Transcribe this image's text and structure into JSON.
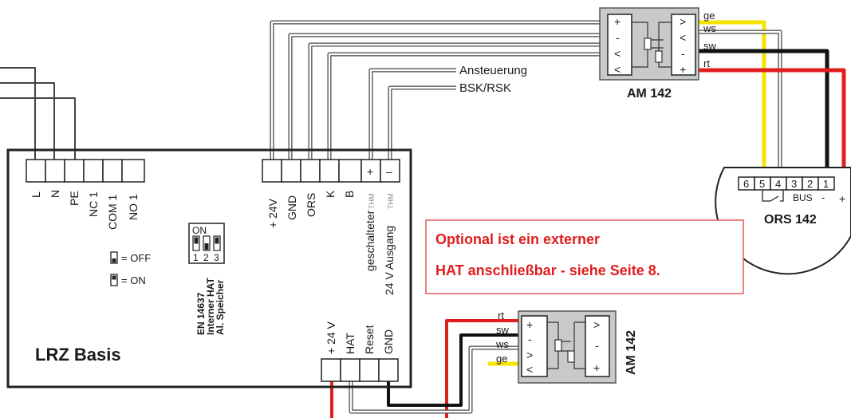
{
  "lrz": {
    "title": "LRZ Basis",
    "mains_terminals": [
      "L",
      "N",
      "PE",
      "NC 1",
      "COM 1",
      "NO 1"
    ],
    "bus_terminals": [
      "+ 24V",
      "GND",
      "ORS",
      "K",
      "B",
      "geschalteter",
      "24 V Ausgang"
    ],
    "thm_tag": "THM",
    "plus_minus": [
      "+",
      "–"
    ],
    "hat_terminals": [
      "+ 24 V",
      "HAT",
      "Reset",
      "GND"
    ],
    "dip": {
      "on_label": "ON",
      "numbers": [
        "1",
        "2",
        "3"
      ]
    },
    "legend": {
      "off": "= OFF",
      "on": "= ON"
    },
    "dip_caption": [
      "EN 14637",
      "Interner HAT",
      "Al. Speicher"
    ]
  },
  "signals": {
    "control": "Ansteuerung",
    "damper": "BSK/RSK"
  },
  "am_top": {
    "label": "AM 142",
    "left_marks": [
      "+",
      "-",
      "<",
      "<"
    ],
    "right_marks": [
      ">",
      "<",
      "-",
      "+"
    ]
  },
  "am_bottom": {
    "label": "AM 142",
    "left_marks": [
      "+",
      "-",
      ">",
      "<"
    ],
    "right_marks": [
      ">",
      "-",
      "+"
    ]
  },
  "wire_tags": {
    "top": [
      "ge",
      "ws",
      "sw",
      "rt"
    ],
    "bottom": [
      "rt",
      "sw",
      "ws",
      "ge"
    ]
  },
  "ors": {
    "label": "ORS 142",
    "terminals": [
      "6",
      "5",
      "4",
      "3",
      "2",
      "1"
    ],
    "bus_label": "BUS",
    "minus": "-",
    "plus": "+"
  },
  "note": [
    "Optional ist ein externer",
    "HAT anschließbar - siehe Seite 8."
  ],
  "colors": {
    "note_text": "#e01e1e",
    "note_border": "#e35a5a",
    "yellow": "#f5e400",
    "red": "#e01e1e",
    "black": "#111111"
  }
}
